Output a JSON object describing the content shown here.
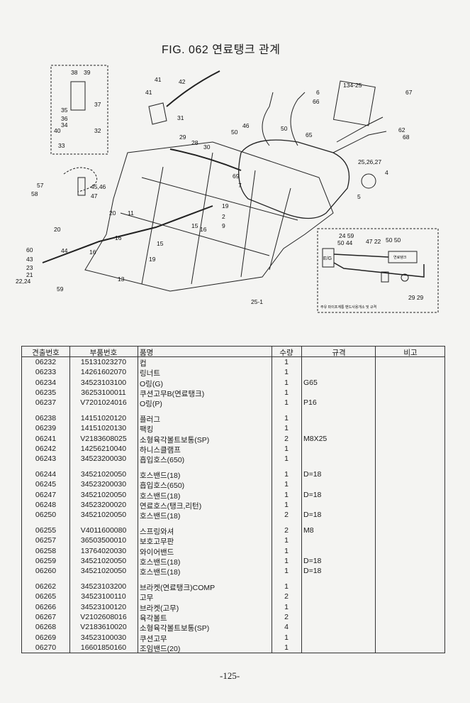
{
  "title": "FIG. 062 연료탱크 관계",
  "diagram": {
    "callouts": [
      "38",
      "39",
      "37",
      "35",
      "36",
      "34",
      "40",
      "32",
      "33",
      "41",
      "42",
      "41",
      "31",
      "29",
      "28",
      "30",
      "50",
      "46",
      "50",
      "6",
      "66",
      "65",
      "134-25",
      "67",
      "62",
      "68",
      "25,26,27",
      "4",
      "5",
      "7",
      "69",
      "11",
      "20",
      "20",
      "16",
      "16",
      "15",
      "16",
      "19",
      "2",
      "9",
      "15",
      "19",
      "13",
      "60",
      "43",
      "23",
      "21",
      "22,24",
      "44",
      "59",
      "57",
      "58",
      "45,46",
      "47",
      "25-1"
    ],
    "inset": {
      "labels": [
        "24 59",
        "50 44",
        "47 22",
        "50 50",
        "29 29",
        "E/G",
        "연료탱크"
      ],
      "caption": "주유 파이프계통 밴드사용개소 및 규격"
    }
  },
  "table": {
    "headers": [
      "견출번호",
      "부품번호",
      "품명",
      "수량",
      "규격",
      "비고"
    ],
    "groups": [
      [
        [
          "06232",
          "15131023270",
          "컵",
          "1",
          ""
        ],
        [
          "06233",
          "14261602070",
          "링너트",
          "1",
          ""
        ],
        [
          "06234",
          "34523103100",
          "O링(G)",
          "1",
          "G65"
        ],
        [
          "06235",
          "36253100011",
          "쿠션고무B(연료탱크)",
          "1",
          ""
        ],
        [
          "06237",
          "V7201024016",
          "O링(P)",
          "1",
          "P16"
        ]
      ],
      [
        [
          "06238",
          "14151020120",
          "플러그",
          "1",
          ""
        ],
        [
          "06239",
          "14151020130",
          "팩킹",
          "1",
          ""
        ],
        [
          "06241",
          "V2183608025",
          "소형육각볼트보통(SP)",
          "2",
          "M8X25"
        ],
        [
          "06242",
          "14256210040",
          "하니스클램프",
          "1",
          ""
        ],
        [
          "06243",
          "34523200030",
          "흡입호스(650)",
          "1",
          ""
        ]
      ],
      [
        [
          "06244",
          "34521020050",
          "호스밴드(18)",
          "1",
          "D=18"
        ],
        [
          "06245",
          "34523200030",
          "흡입호스(650)",
          "1",
          ""
        ],
        [
          "06247",
          "34521020050",
          "호스밴드(18)",
          "1",
          "D=18"
        ],
        [
          "06248",
          "34523200020",
          "연료호스(탱크,리턴)",
          "1",
          ""
        ],
        [
          "06250",
          "34521020050",
          "호스밴드(18)",
          "2",
          "D=18"
        ]
      ],
      [
        [
          "06255",
          "V4011600080",
          "스프링와셔",
          "2",
          "M8"
        ],
        [
          "06257",
          "36503500010",
          "보호고무판",
          "1",
          ""
        ],
        [
          "06258",
          "13764020030",
          "와이어밴드",
          "1",
          ""
        ],
        [
          "06259",
          "34521020050",
          "호스밴드(18)",
          "1",
          "D=18"
        ],
        [
          "06260",
          "34521020050",
          "호스밴드(18)",
          "1",
          "D=18"
        ]
      ],
      [
        [
          "06262",
          "34523103200",
          "브라켓(연료탱크)COMP",
          "1",
          ""
        ],
        [
          "06265",
          "34523100110",
          "고무",
          "2",
          ""
        ],
        [
          "06266",
          "34523100120",
          "브라켓(고무)",
          "1",
          ""
        ],
        [
          "06267",
          "V2102608016",
          "육각볼트",
          "2",
          ""
        ],
        [
          "06268",
          "V2183610020",
          "소형육각볼트보통(SP)",
          "4",
          ""
        ],
        [
          "06269",
          "34523100030",
          "쿠션고무",
          "1",
          ""
        ],
        [
          "06270",
          "16601850160",
          "조임밴드(20)",
          "1",
          ""
        ]
      ]
    ]
  },
  "page_number": "-125-"
}
